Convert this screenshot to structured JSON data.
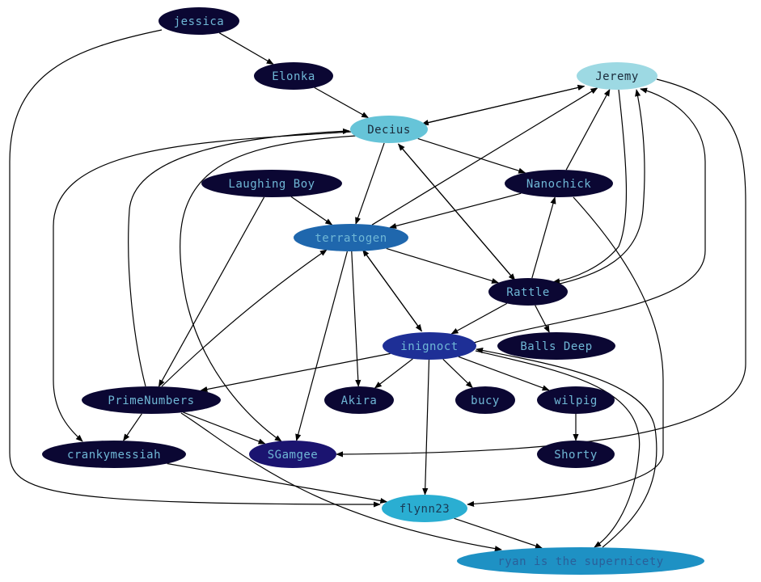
{
  "graph": {
    "nodes": [
      {
        "id": "jessica",
        "label": "jessica",
        "fill": "#0b0733",
        "text": "#6fb7d6"
      },
      {
        "id": "elonka",
        "label": "Elonka",
        "fill": "#0b0733",
        "text": "#6fb7d6"
      },
      {
        "id": "jeremy",
        "label": "Jeremy",
        "fill": "#9dd9e3",
        "text": "#1a2a3a"
      },
      {
        "id": "decius",
        "label": "Decius",
        "fill": "#66c4d8",
        "text": "#1a2a3a"
      },
      {
        "id": "laughing-boy",
        "label": "Laughing Boy",
        "fill": "#0b0733",
        "text": "#6fb7d6"
      },
      {
        "id": "nanochick",
        "label": "Nanochick",
        "fill": "#0b0733",
        "text": "#6fb7d6"
      },
      {
        "id": "terratogen",
        "label": "terratogen",
        "fill": "#1f67ad",
        "text": "#6fb7d6"
      },
      {
        "id": "rattle",
        "label": "Rattle",
        "fill": "#0b0733",
        "text": "#6fb7d6"
      },
      {
        "id": "inignoct",
        "label": "inignoct",
        "fill": "#1e2f96",
        "text": "#6fb7d6"
      },
      {
        "id": "balls-deep",
        "label": "Balls Deep",
        "fill": "#0b0733",
        "text": "#6fb7d6"
      },
      {
        "id": "primenumbers",
        "label": "PrimeNumbers",
        "fill": "#0b0733",
        "text": "#6fb7d6"
      },
      {
        "id": "akira",
        "label": "Akira",
        "fill": "#0b0733",
        "text": "#6fb7d6"
      },
      {
        "id": "bucy",
        "label": "bucy",
        "fill": "#0b0733",
        "text": "#6fb7d6"
      },
      {
        "id": "wilpig",
        "label": "wilpig",
        "fill": "#0b0733",
        "text": "#6fb7d6"
      },
      {
        "id": "crankymessiah",
        "label": "crankymessiah",
        "fill": "#0b0733",
        "text": "#6fb7d6"
      },
      {
        "id": "sgamgee",
        "label": "SGamgee",
        "fill": "#1b1470",
        "text": "#6fb7d6"
      },
      {
        "id": "shorty",
        "label": "Shorty",
        "fill": "#0b0733",
        "text": "#6fb7d6"
      },
      {
        "id": "flynn23",
        "label": "flynn23",
        "fill": "#2aaed2",
        "text": "#1a3a55"
      },
      {
        "id": "ryan",
        "label": "ryan is the supernicety",
        "fill": "#1e91c4",
        "text": "#2a5f99"
      }
    ],
    "edges": [
      {
        "from": "jessica",
        "to": "elonka"
      },
      {
        "from": "jessica",
        "to": "flynn23"
      },
      {
        "from": "elonka",
        "to": "decius"
      },
      {
        "from": "decius",
        "to": "jeremy"
      },
      {
        "from": "jeremy",
        "to": "decius"
      },
      {
        "from": "decius",
        "to": "nanochick"
      },
      {
        "from": "decius",
        "to": "terratogen"
      },
      {
        "from": "decius",
        "to": "rattle"
      },
      {
        "from": "decius",
        "to": "crankymessiah"
      },
      {
        "from": "decius",
        "to": "sgamgee"
      },
      {
        "from": "primenumbers",
        "to": "decius"
      },
      {
        "from": "rattle",
        "to": "decius"
      },
      {
        "from": "laughing-boy",
        "to": "terratogen"
      },
      {
        "from": "laughing-boy",
        "to": "primenumbers"
      },
      {
        "from": "nanochick",
        "to": "jeremy"
      },
      {
        "from": "nanochick",
        "to": "terratogen"
      },
      {
        "from": "nanochick",
        "to": "flynn23"
      },
      {
        "from": "terratogen",
        "to": "jeremy"
      },
      {
        "from": "terratogen",
        "to": "rattle"
      },
      {
        "from": "terratogen",
        "to": "inignoct"
      },
      {
        "from": "terratogen",
        "to": "akira"
      },
      {
        "from": "terratogen",
        "to": "sgamgee"
      },
      {
        "from": "inignoct",
        "to": "terratogen"
      },
      {
        "from": "primenumbers",
        "to": "terratogen"
      },
      {
        "from": "jeremy",
        "to": "rattle"
      },
      {
        "from": "rattle",
        "to": "jeremy"
      },
      {
        "from": "rattle",
        "to": "nanochick"
      },
      {
        "from": "rattle",
        "to": "inignoct"
      },
      {
        "from": "rattle",
        "to": "balls-deep"
      },
      {
        "from": "inignoct",
        "to": "jeremy"
      },
      {
        "from": "inignoct",
        "to": "primenumbers"
      },
      {
        "from": "inignoct",
        "to": "akira"
      },
      {
        "from": "inignoct",
        "to": "bucy"
      },
      {
        "from": "inignoct",
        "to": "wilpig"
      },
      {
        "from": "inignoct",
        "to": "flynn23"
      },
      {
        "from": "inignoct",
        "to": "ryan"
      },
      {
        "from": "ryan",
        "to": "inignoct"
      },
      {
        "from": "jeremy",
        "to": "sgamgee"
      },
      {
        "from": "primenumbers",
        "to": "crankymessiah"
      },
      {
        "from": "primenumbers",
        "to": "sgamgee"
      },
      {
        "from": "primenumbers",
        "to": "ryan"
      },
      {
        "from": "wilpig",
        "to": "shorty"
      },
      {
        "from": "crankymessiah",
        "to": "flynn23"
      },
      {
        "from": "flynn23",
        "to": "ryan"
      }
    ]
  }
}
